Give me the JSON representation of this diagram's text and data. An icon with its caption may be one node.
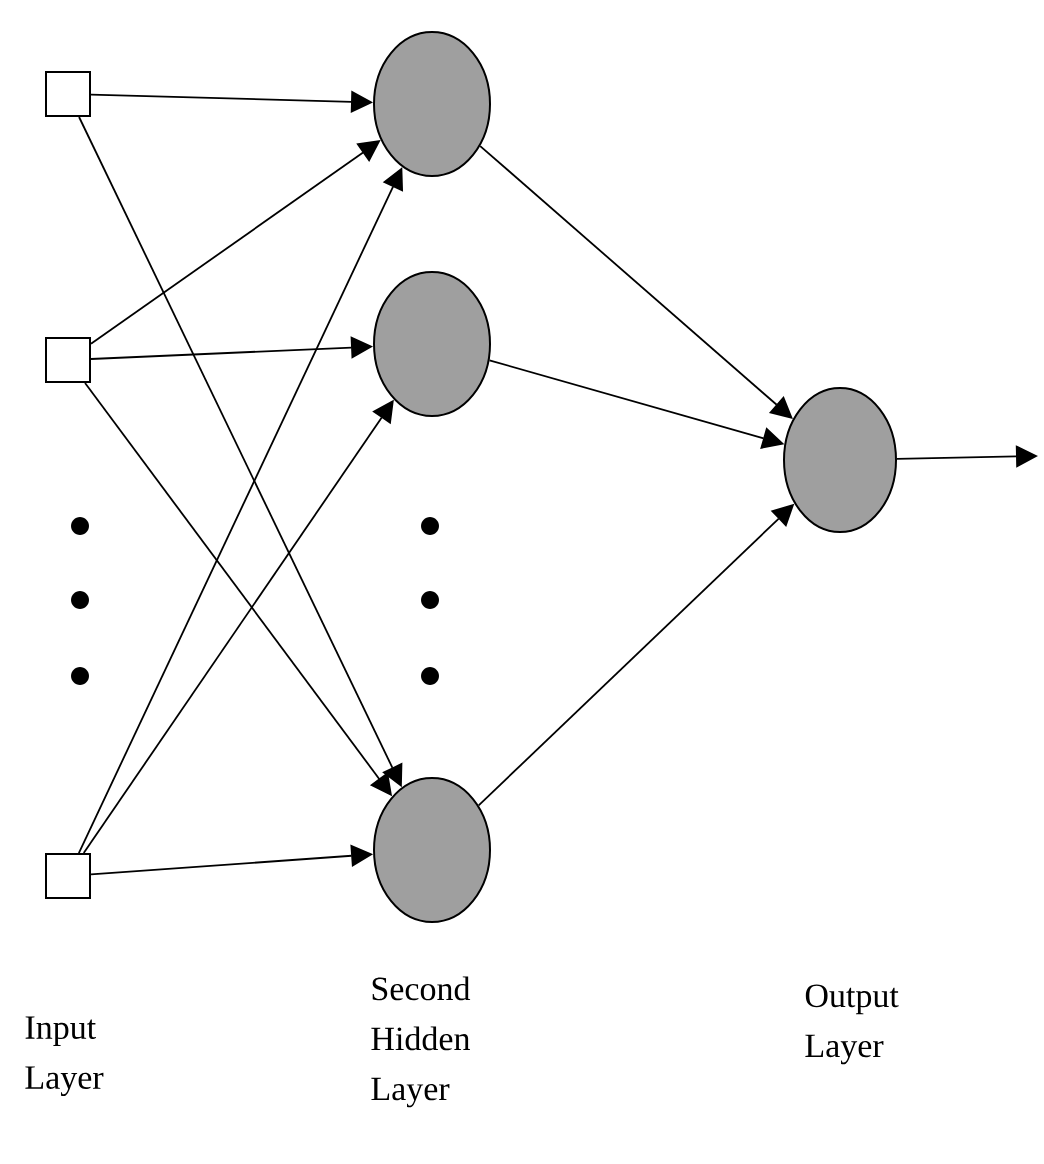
{
  "diagram": {
    "nodes": [
      {
        "text": [],
        "shape": "box"
      },
      {
        "text": [],
        "shape": "box"
      },
      {
        "text": [],
        "shape": "box"
      },
      {
        "text": [],
        "shape": "circle"
      },
      {
        "text": [],
        "shape": "circle"
      },
      {
        "text": [],
        "shape": "circle"
      },
      {
        "text": [],
        "shape": "circle"
      }
    ],
    "edges": [
      {
        "from": 0,
        "to": 3,
        "arrow": "to"
      },
      {
        "from": 0,
        "to": 5,
        "arrow": "to"
      },
      {
        "from": 1,
        "to": 3,
        "arrow": "to"
      },
      {
        "from": 1,
        "to": 4,
        "arrow": "to"
      },
      {
        "from": 1,
        "to": 5,
        "arrow": "to"
      },
      {
        "from": 2,
        "to": 3,
        "arrow": "to"
      },
      {
        "from": 2,
        "to": 4,
        "arrow": "to"
      },
      {
        "from": 2,
        "to": 5,
        "arrow": "to"
      },
      {
        "from": 3,
        "to": 6,
        "arrow": "to"
      },
      {
        "from": 4,
        "to": 6,
        "arrow": "to"
      },
      {
        "from": 5,
        "to": 6,
        "arrow": "to"
      },
      {
        "from": 6,
        "to": null,
        "arrow": "to"
      }
    ],
    "labels": [
      "Input Layer",
      "Second Hidden Layer",
      "Output Layer"
    ]
  }
}
